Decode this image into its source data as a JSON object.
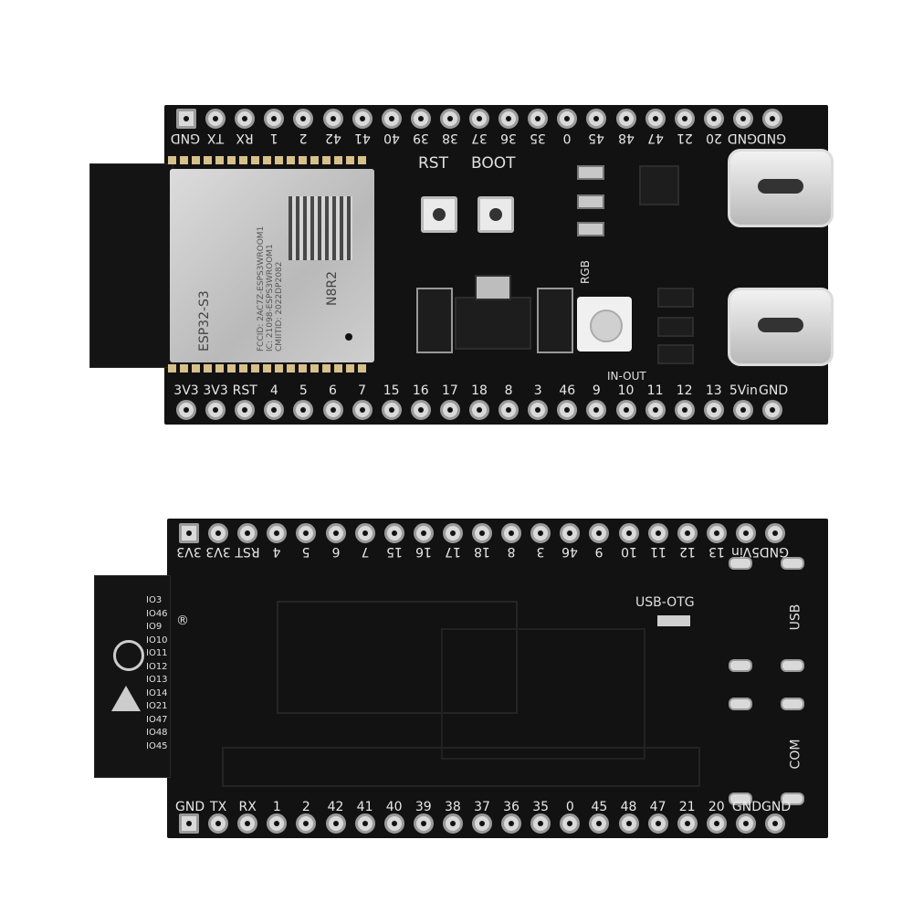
{
  "top_board": {
    "top_pins": [
      "GND",
      "TX",
      "RX",
      "1",
      "2",
      "42",
      "41",
      "40",
      "39",
      "38",
      "37",
      "36",
      "35",
      "0",
      "45",
      "48",
      "47",
      "21",
      "20",
      "GND",
      "GND"
    ],
    "bottom_pins": [
      "3V3",
      "3V3",
      "RST",
      "4",
      "5",
      "6",
      "7",
      "15",
      "16",
      "17",
      "18",
      "8",
      "3",
      "46",
      "9",
      "10",
      "11",
      "12",
      "13",
      "5Vin",
      "GND"
    ],
    "rst_label": "RST",
    "boot_label": "BOOT",
    "rgb_label": "RGB",
    "inout_label": "IN-OUT",
    "module_model": "ESP32-S3",
    "module_variant": "N8R2",
    "module_fccid": "FCCID: 2AC7Z-ESPS3WROOM1",
    "module_ic": "IC: 21098-ESPS3WROOM1",
    "module_cmiit": "CMIITID: 2022DP2082"
  },
  "bottom_board": {
    "top_pins": [
      "3V3",
      "3V3",
      "RST",
      "4",
      "5",
      "6",
      "7",
      "15",
      "16",
      "17",
      "18",
      "8",
      "3",
      "46",
      "9",
      "10",
      "11",
      "12",
      "13",
      "5Vin",
      "GND"
    ],
    "bottom_pins": [
      "GND",
      "TX",
      "RX",
      "1",
      "2",
      "42",
      "41",
      "40",
      "39",
      "38",
      "37",
      "36",
      "35",
      "0",
      "45",
      "48",
      "47",
      "21",
      "20",
      "GND",
      "GND"
    ],
    "usb_otg_label": "USB-OTG",
    "usb_label": "USB",
    "com_label": "COM",
    "registered_mark": "®",
    "antenna_labels": [
      "IO3",
      "IO46",
      "IO9",
      "IO10",
      "IO11",
      "IO12",
      "IO13",
      "IO14",
      "IO21",
      "IO47",
      "IO48",
      "IO45"
    ]
  }
}
